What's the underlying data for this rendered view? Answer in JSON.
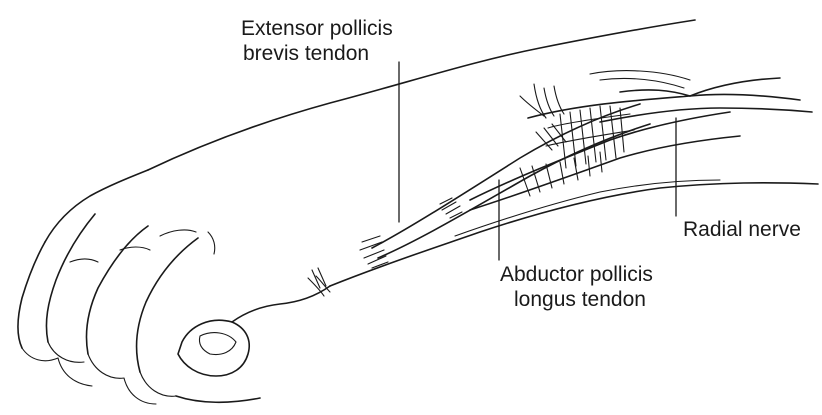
{
  "diagram": {
    "labels": {
      "extensor_pollicis_brevis": {
        "line1": "Extensor pollicis",
        "line2": "brevis tendon"
      },
      "abductor_pollicis_longus": {
        "line1": "Abductor pollicis",
        "line2": "longus tendon"
      },
      "radial_nerve": "Radial nerve"
    },
    "line_color": "#1a1a1a",
    "background": "#ffffff"
  }
}
